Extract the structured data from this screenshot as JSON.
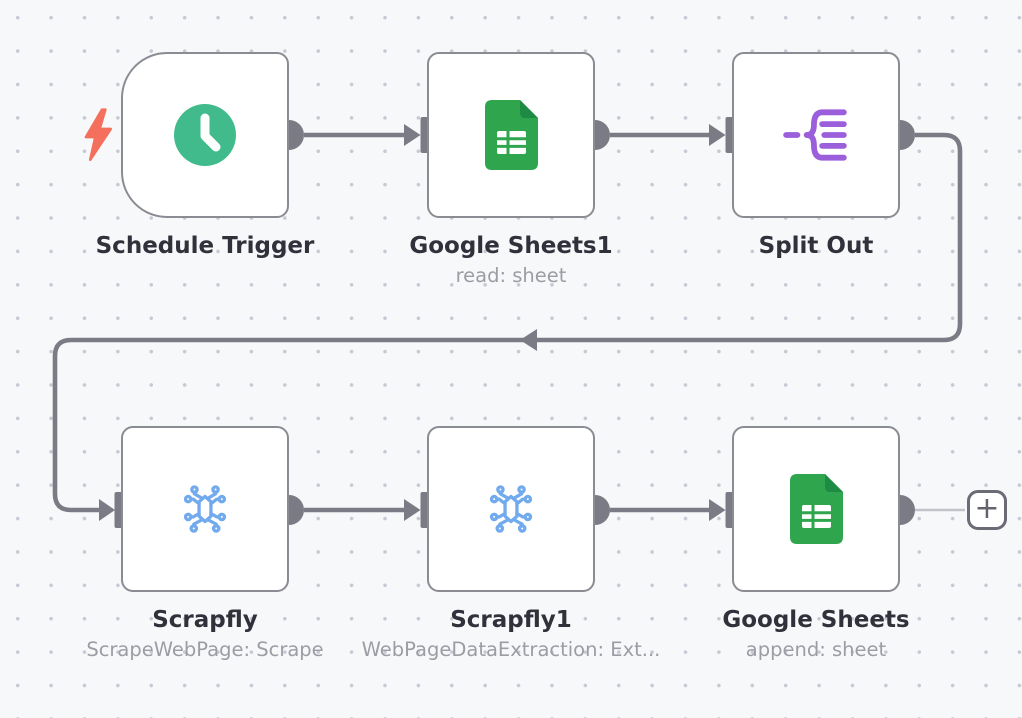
{
  "workflow": {
    "nodes": [
      {
        "label": "Schedule Trigger",
        "subtitle": "",
        "icon": "clock-icon",
        "type": "trigger"
      },
      {
        "label": "Google Sheets1",
        "subtitle": "read: sheet",
        "icon": "google-sheets-icon",
        "type": "action"
      },
      {
        "label": "Split Out",
        "subtitle": "",
        "icon": "split-out-icon",
        "type": "action"
      },
      {
        "label": "Scrapfly",
        "subtitle": "ScrapeWebPage: Scrape",
        "icon": "spider-icon",
        "type": "action"
      },
      {
        "label": "Scrapfly1",
        "subtitle": "WebPageDataExtraction: Ext...",
        "icon": "spider-icon",
        "type": "action"
      },
      {
        "label": "Google Sheets",
        "subtitle": "append: sheet",
        "icon": "google-sheets-icon",
        "type": "action"
      }
    ],
    "connections": [
      {
        "from": "Schedule Trigger",
        "to": "Google Sheets1"
      },
      {
        "from": "Google Sheets1",
        "to": "Split Out"
      },
      {
        "from": "Split Out",
        "to": "Scrapfly"
      },
      {
        "from": "Scrapfly",
        "to": "Scrapfly1"
      },
      {
        "from": "Scrapfly1",
        "to": "Google Sheets"
      }
    ],
    "add_button": {
      "label": "+"
    }
  },
  "colors": {
    "canvas_bg": "#f7f8fa",
    "grid_dot": "#c7c8d3",
    "node_border": "#8b8b94",
    "connector": "#7b7b85",
    "title_text": "#31313b",
    "subtitle_text": "#9c9ca4",
    "trigger_bolt": "#f4705c",
    "clock_green": "#41bb8b",
    "sheets_green": "#2fa64e",
    "sheets_fold_green": "#1e8b44",
    "scrapfly_blue": "#72aaee",
    "split_out_purple": "#9c5fdc",
    "add_button_gray": "#6b6b75"
  }
}
